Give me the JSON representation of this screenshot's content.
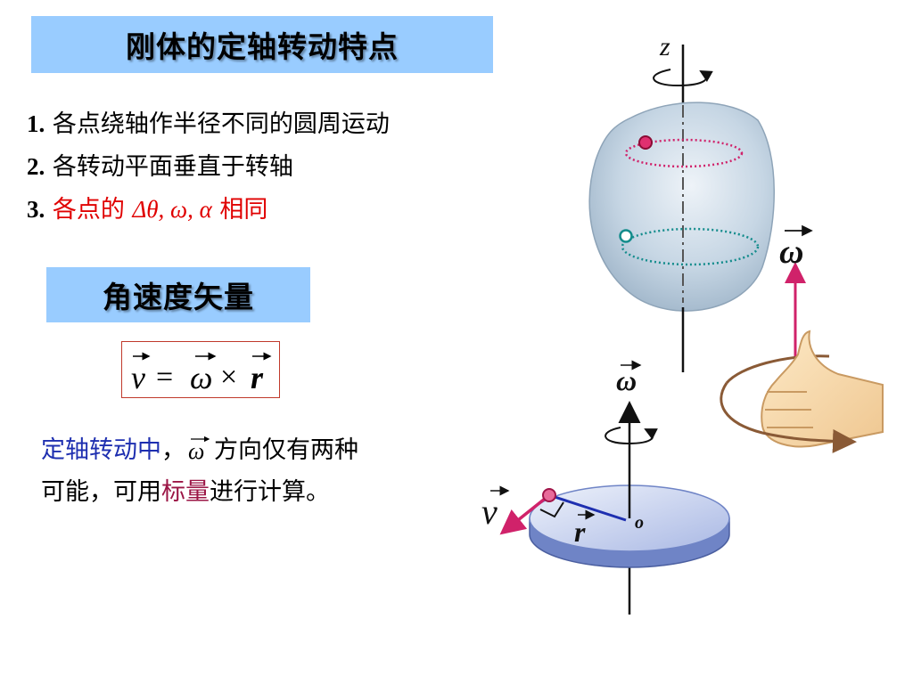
{
  "section1": {
    "title": "刚体的定轴转动特点",
    "items": [
      {
        "num": "1.",
        "text": "各点绕轴作半径不同的圆周运动"
      },
      {
        "num": "2.",
        "text": "各转动平面垂直于转轴"
      },
      {
        "num": "3.",
        "text_prefix": "各点的",
        "symbols": "Δθ,  ω,  α",
        "text_suffix": "相同"
      }
    ]
  },
  "section2": {
    "title": "角速度矢量",
    "formula": {
      "lhs": "v",
      "eq": "=",
      "w": "ω",
      "times": "×",
      "r": "r"
    },
    "para": {
      "line1_blue": "定轴转动中",
      "line1_comma": "，",
      "omega": "ω",
      "line1_rest": "方向仅有两种",
      "line2_a": "可能，可用",
      "line2_highlight": "标量",
      "line2_b": "进行计算。"
    }
  },
  "figure_labels": {
    "axis_z": "z",
    "omega": "ω",
    "v": "v",
    "r": "r",
    "origin": "o"
  },
  "colors": {
    "title_bg": "#99ccff",
    "red": "#e00000",
    "blue": "#1e2fb0",
    "maroon": "#9b1545",
    "magenta": "#d0226a",
    "teal": "#148c8c"
  }
}
